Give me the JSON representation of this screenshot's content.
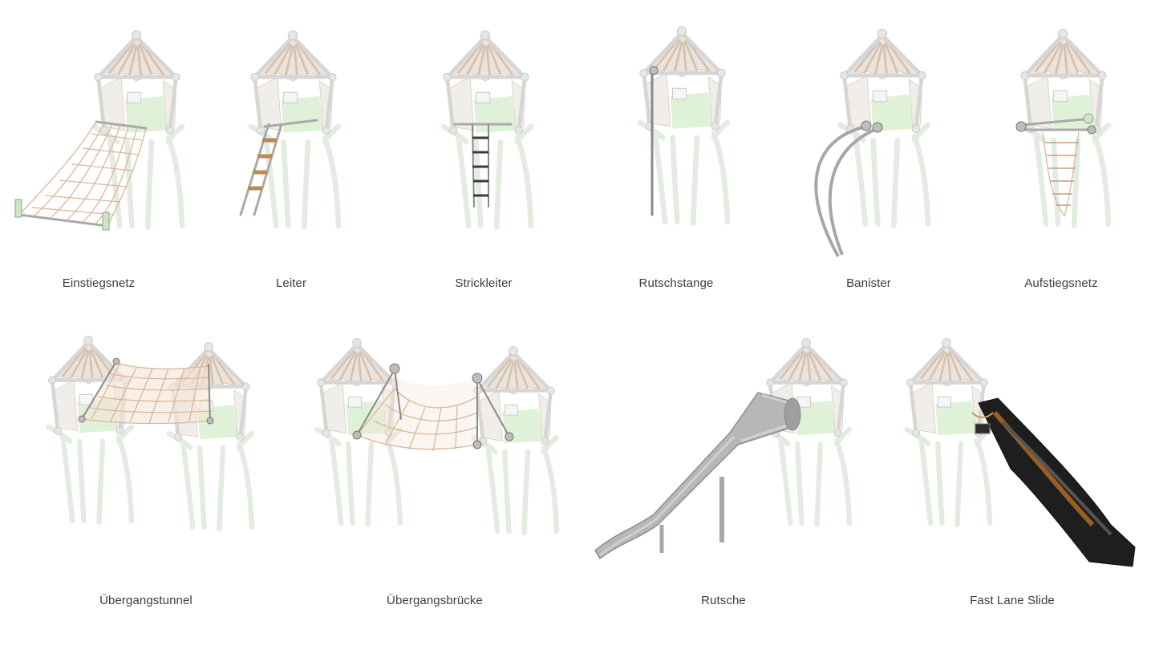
{
  "products": [
    {
      "id": "einstiegsnetz",
      "label": "Einstiegsnetz"
    },
    {
      "id": "leiter",
      "label": "Leiter"
    },
    {
      "id": "strickleiter",
      "label": "Strickleiter"
    },
    {
      "id": "rutschstange",
      "label": "Rutschstange"
    },
    {
      "id": "banister",
      "label": "Banister"
    },
    {
      "id": "aufstiegsnetz",
      "label": "Aufstiegsnetz"
    },
    {
      "id": "uebergangstunnel",
      "label": "Übergangstunnel"
    },
    {
      "id": "uebergangsbruecke",
      "label": "Übergangsbrücke"
    },
    {
      "id": "rutsche",
      "label": "Rutsche"
    },
    {
      "id": "fast-lane-slide",
      "label": "Fast Lane Slide"
    }
  ],
  "colors": {
    "caption_text": "#3c3c3c",
    "rope": "#dcb79a",
    "ghost_green": "#dcefd3",
    "slide_grey": "#9a9a9a",
    "fast_lane_black": "#1e1e1e",
    "fast_lane_wood": "#9a5d22"
  }
}
